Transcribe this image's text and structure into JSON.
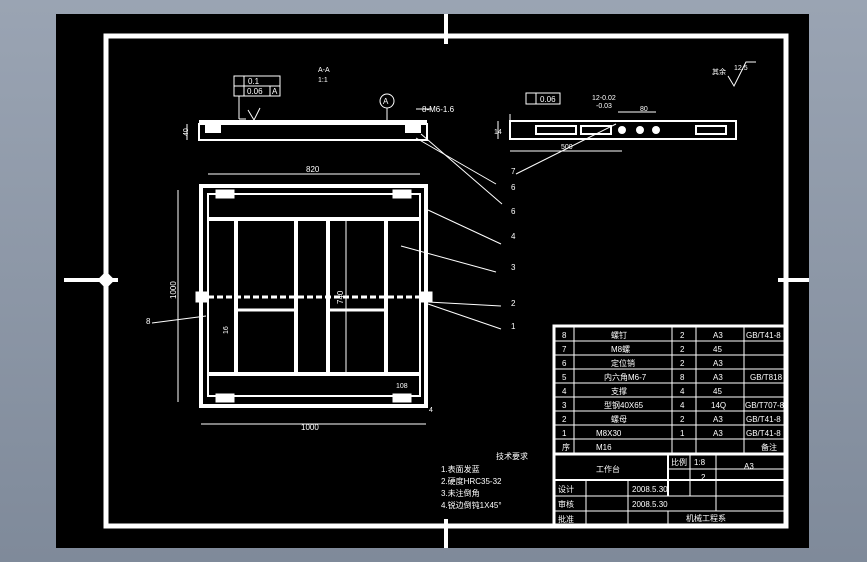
{
  "drawing": {
    "section_label": "A-A",
    "section_scale": "1:1",
    "roughness_note": "其余",
    "roughness_value": "12.5",
    "callout_A": "A",
    "thread_callout": "8-M6-1.6",
    "tol_flat": "0.1",
    "tol_par": "0.06",
    "datum_a": "A",
    "tol_flat_right": "0.06",
    "dim_820": "820",
    "dim_1000_h": "1000",
    "dim_1000_v": "1000",
    "dim_740": "740",
    "dim_500": "500",
    "dim_80": "80",
    "dim_40": "40",
    "dim_14": "14",
    "dim_16": "16",
    "dim_4": "4",
    "dim_108": "108",
    "tol_upper": "12-0.02",
    "tol_lower": "-0.03",
    "leaders": [
      "8",
      "7",
      "6",
      "6",
      "4",
      "3",
      "2",
      "1"
    ]
  },
  "notes": {
    "heading": "技术要求",
    "lines": [
      "1.表面发蓝",
      "2.硬度HRC35-32",
      "3.未注倒角",
      "4.锐边倒钝1X45°"
    ]
  },
  "bom": {
    "rows": [
      {
        "no": "8",
        "name": "螺钉",
        "qty": "2",
        "mat": "A3",
        "std": "GB/T41-8"
      },
      {
        "no": "7",
        "name": "M8螺",
        "qty": "2",
        "mat": "45",
        "std": ""
      },
      {
        "no": "6",
        "name": "定位销",
        "qty": "2",
        "mat": "A3",
        "std": ""
      },
      {
        "no": "5",
        "name": "内六角M6-7",
        "qty": "8",
        "mat": "A3",
        "std": "GB/T818"
      },
      {
        "no": "4",
        "name": "支撑",
        "qty": "4",
        "mat": "45",
        "std": ""
      },
      {
        "no": "3",
        "name": "型钢40X65",
        "qty": "4",
        "mat": "14Q",
        "std": "GB/T707-8"
      },
      {
        "no": "2",
        "name": "螺母",
        "qty": "2",
        "mat": "A3",
        "std": "GB/T41-8"
      },
      {
        "no": "1",
        "name": "M8X30",
        "qty": "1",
        "mat": "A3",
        "std": "GB/T41-8"
      },
      {
        "no": "序",
        "name": "M16",
        "qty": "",
        "mat": "",
        "std": "备注"
      }
    ]
  },
  "title_block": {
    "part_name": "工作台",
    "scale_label": "比例",
    "scale_value": "1:8",
    "sheet_size": "A3",
    "qty_value": "2",
    "designer_label": "设计",
    "checker_label": "审核",
    "date1": "2008.5.30",
    "date2": "2008.5.30",
    "school": "机械工程系",
    "row3": "批准"
  }
}
